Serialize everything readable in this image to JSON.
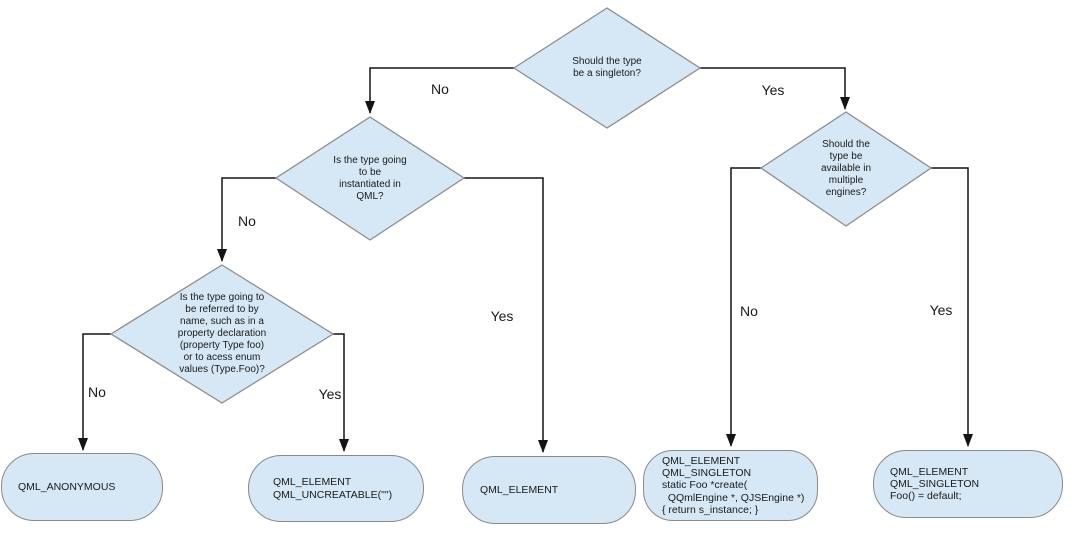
{
  "colors": {
    "node_fill": "#d6e8f5",
    "node_border": "#8e8e8e",
    "connector": "#141414",
    "text": "#1a1a1a",
    "background": "#ffffff"
  },
  "decisions": {
    "singleton": {
      "text": "Should the type\nbe a singleton?"
    },
    "instantiated": {
      "text": "Is the type going\nto be\ninstantiated in\nQML?"
    },
    "referred": {
      "text": "Is the type going to\nbe referred to by\nname, such as in a\nproperty declaration\n(property Type foo)\nor to acess enum\nvalues (Type.Foo)?"
    },
    "engines": {
      "text": "Should the\ntype be\navailable in\nmultiple\nengines?"
    }
  },
  "results": {
    "anonymous": {
      "text": "QML_ANONYMOUS"
    },
    "uncreatable": {
      "text": "QML_ELEMENT\nQML_UNCREATABLE(\"\")"
    },
    "element": {
      "text": "QML_ELEMENT"
    },
    "singleton_create": {
      "text": "QML_ELEMENT\nQML_SINGLETON\nstatic Foo *create(\n  QQmlEngine *, QJSEngine *)\n{ return s_instance; }"
    },
    "singleton_default": {
      "text": "QML_ELEMENT\nQML_SINGLETON\nFoo() = default;"
    }
  },
  "edge_labels": {
    "singleton_no": "No",
    "singleton_yes": "Yes",
    "instantiated_no": "No",
    "instantiated_yes": "Yes",
    "referred_no": "No",
    "referred_yes": "Yes",
    "engines_no": "No",
    "engines_yes": "Yes"
  }
}
